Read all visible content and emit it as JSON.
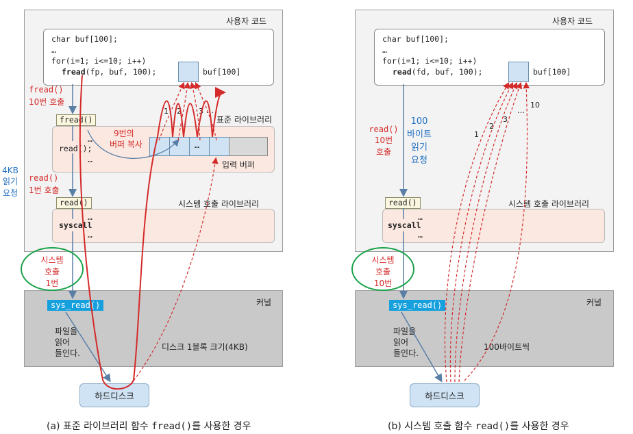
{
  "left": {
    "user_code_label": "사용자 코드",
    "code_lines": [
      "char buf[100];",
      "…",
      "for(i=1; i<=10; i++)"
    ],
    "call_fn": "fread",
    "call_args": "(fp, buf, 100);",
    "buf_label": "buf[100]",
    "fread_calls": [
      "fread()",
      "10번 호출"
    ],
    "fread_tag": "fread()",
    "std_lib_label": "표준 라이브러리",
    "copy_note": [
      "9번의",
      "버퍼 복사"
    ],
    "lib_code": [
      "read();",
      "…"
    ],
    "dots": "…",
    "input_buffer_label": "입력 버퍼",
    "buf_dots": "…",
    "copy_numbers": [
      "1",
      "2",
      "3",
      "…"
    ],
    "read_calls": [
      "read()",
      "1번 호출"
    ],
    "read_tag": "read()",
    "syscall_lib_label": "시스템 호출 라이브러리",
    "syscall_text": "syscall",
    "syscall_circle": [
      "시스템",
      "호출",
      "1번"
    ],
    "kernel_label": "커널",
    "sys_read_label": "sys_read()",
    "file_read_text": [
      "파일을",
      "읽어",
      "들인다."
    ],
    "block_label": "디스크 1블록 크기(4KB)",
    "hdd_label": "하드디스크",
    "caption_prefix": "(a) 표준 라이브러리 함수 ",
    "caption_fn": "fread()",
    "caption_suffix": "를 사용한 경우"
  },
  "side_label": [
    "4KB",
    "읽기",
    "요청"
  ],
  "right": {
    "user_code_label": "사용자 코드",
    "code_lines": [
      "char buf[100];",
      "…",
      "for(i=1; i<=10; i++)"
    ],
    "call_fn": "read",
    "call_args": "(fd, buf, 100);",
    "buf_label": "buf[100]",
    "read_calls": [
      "read()",
      "10번",
      "호출"
    ],
    "request_label": [
      "100",
      "바이트",
      "읽기",
      "요청"
    ],
    "copy_numbers": [
      "1",
      "2",
      "3",
      "…",
      "10"
    ],
    "read_tag": "read()",
    "syscall_lib_label": "시스템 호출 라이브러리",
    "syscall_text": "syscall",
    "dots": "…",
    "syscall_circle": [
      "시스템",
      "호출",
      "10번"
    ],
    "kernel_label": "커널",
    "sys_read_label": "sys_read()",
    "file_read_text": [
      "파일을",
      "읽어",
      "들인다."
    ],
    "chunk_label": "100바이트씩",
    "hdd_label": "하드디스크",
    "caption_prefix": "(b) 시스템 호출 함수 ",
    "caption_fn": "read()",
    "caption_suffix": "를 사용한 경우"
  },
  "colors": {
    "red": "#d42a2a",
    "blue": "#1e6fc0",
    "green": "#1aa34a",
    "arrow": "#5a7fa6"
  }
}
